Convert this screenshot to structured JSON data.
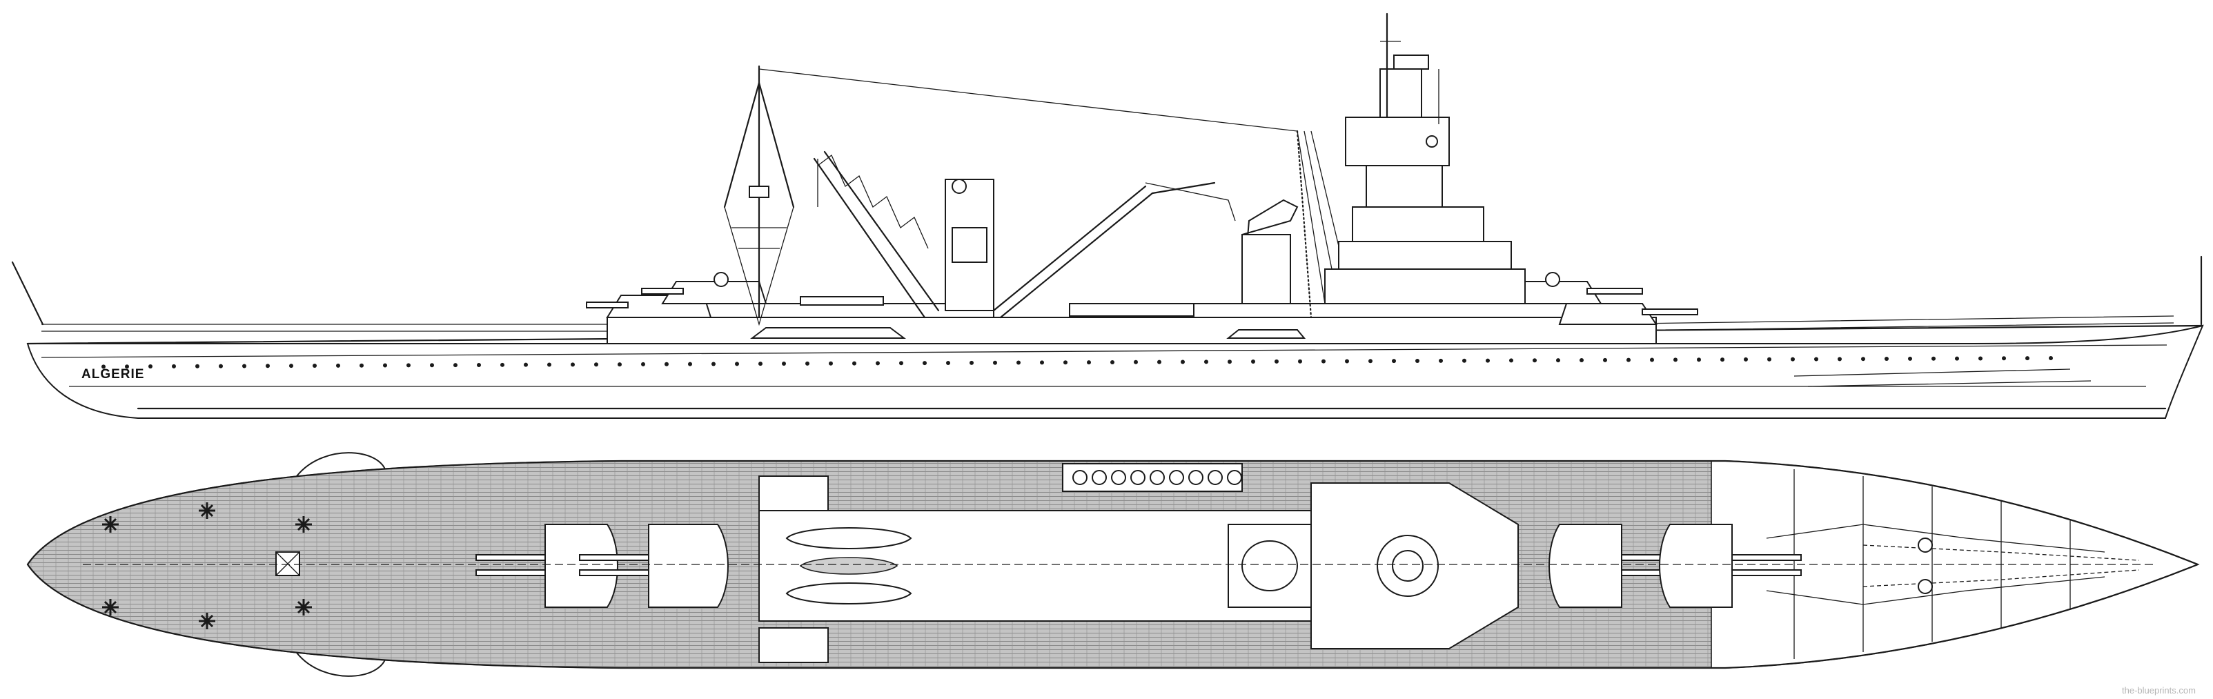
{
  "ship_name": "ALGERIE",
  "watermark": "the-blueprints.com",
  "views": [
    {
      "id": "profile",
      "label": ""
    },
    {
      "id": "plan",
      "label": ""
    }
  ],
  "colors": {
    "ink": "#1a1a1a",
    "paper": "#ffffff",
    "deck_tone": "#bdbdbd",
    "watermark": "#b5b5b5"
  }
}
